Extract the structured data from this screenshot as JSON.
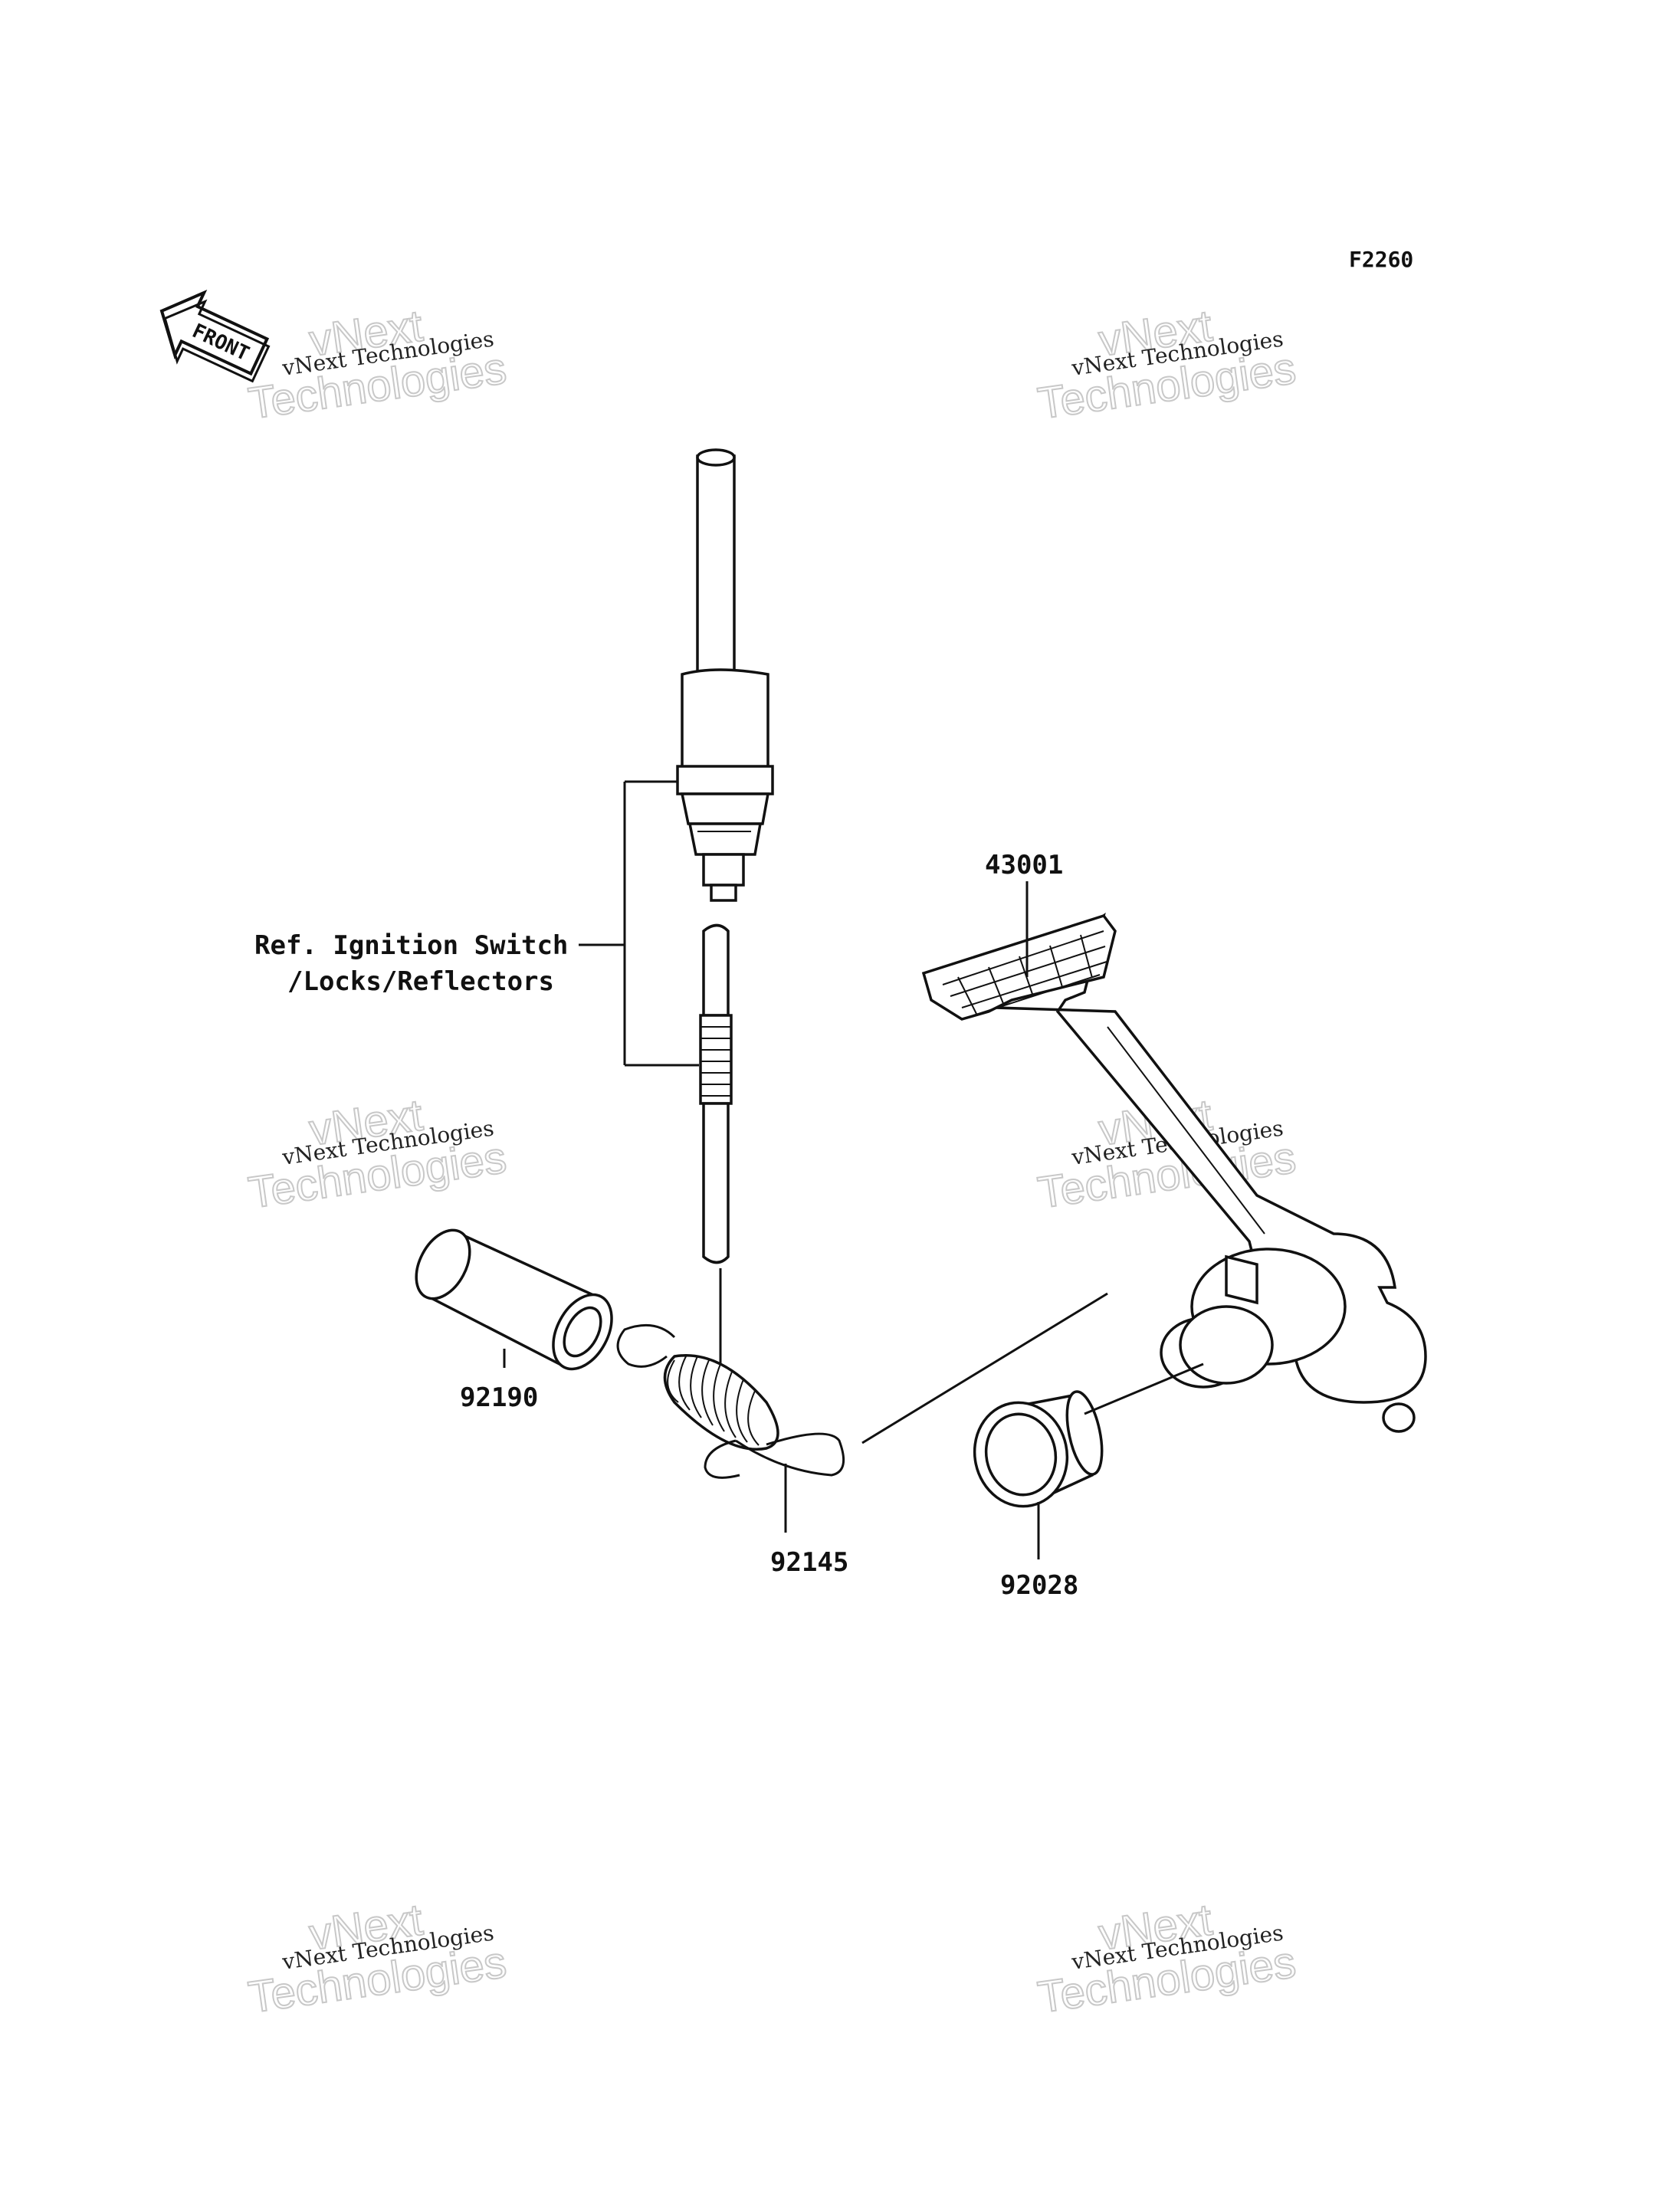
{
  "diagram_code": "F2260",
  "front_label": "FRONT",
  "watermark": {
    "line1": "vNext Technologies",
    "line2a": "vNext",
    "line2b": "Technologies"
  },
  "callouts": {
    "ref_line1": "Ref. Ignition Switch",
    "ref_line2": "/Locks/Reflectors",
    "p43001": "43001",
    "p92190": "92190",
    "p92145": "92145",
    "p92028": "92028"
  }
}
